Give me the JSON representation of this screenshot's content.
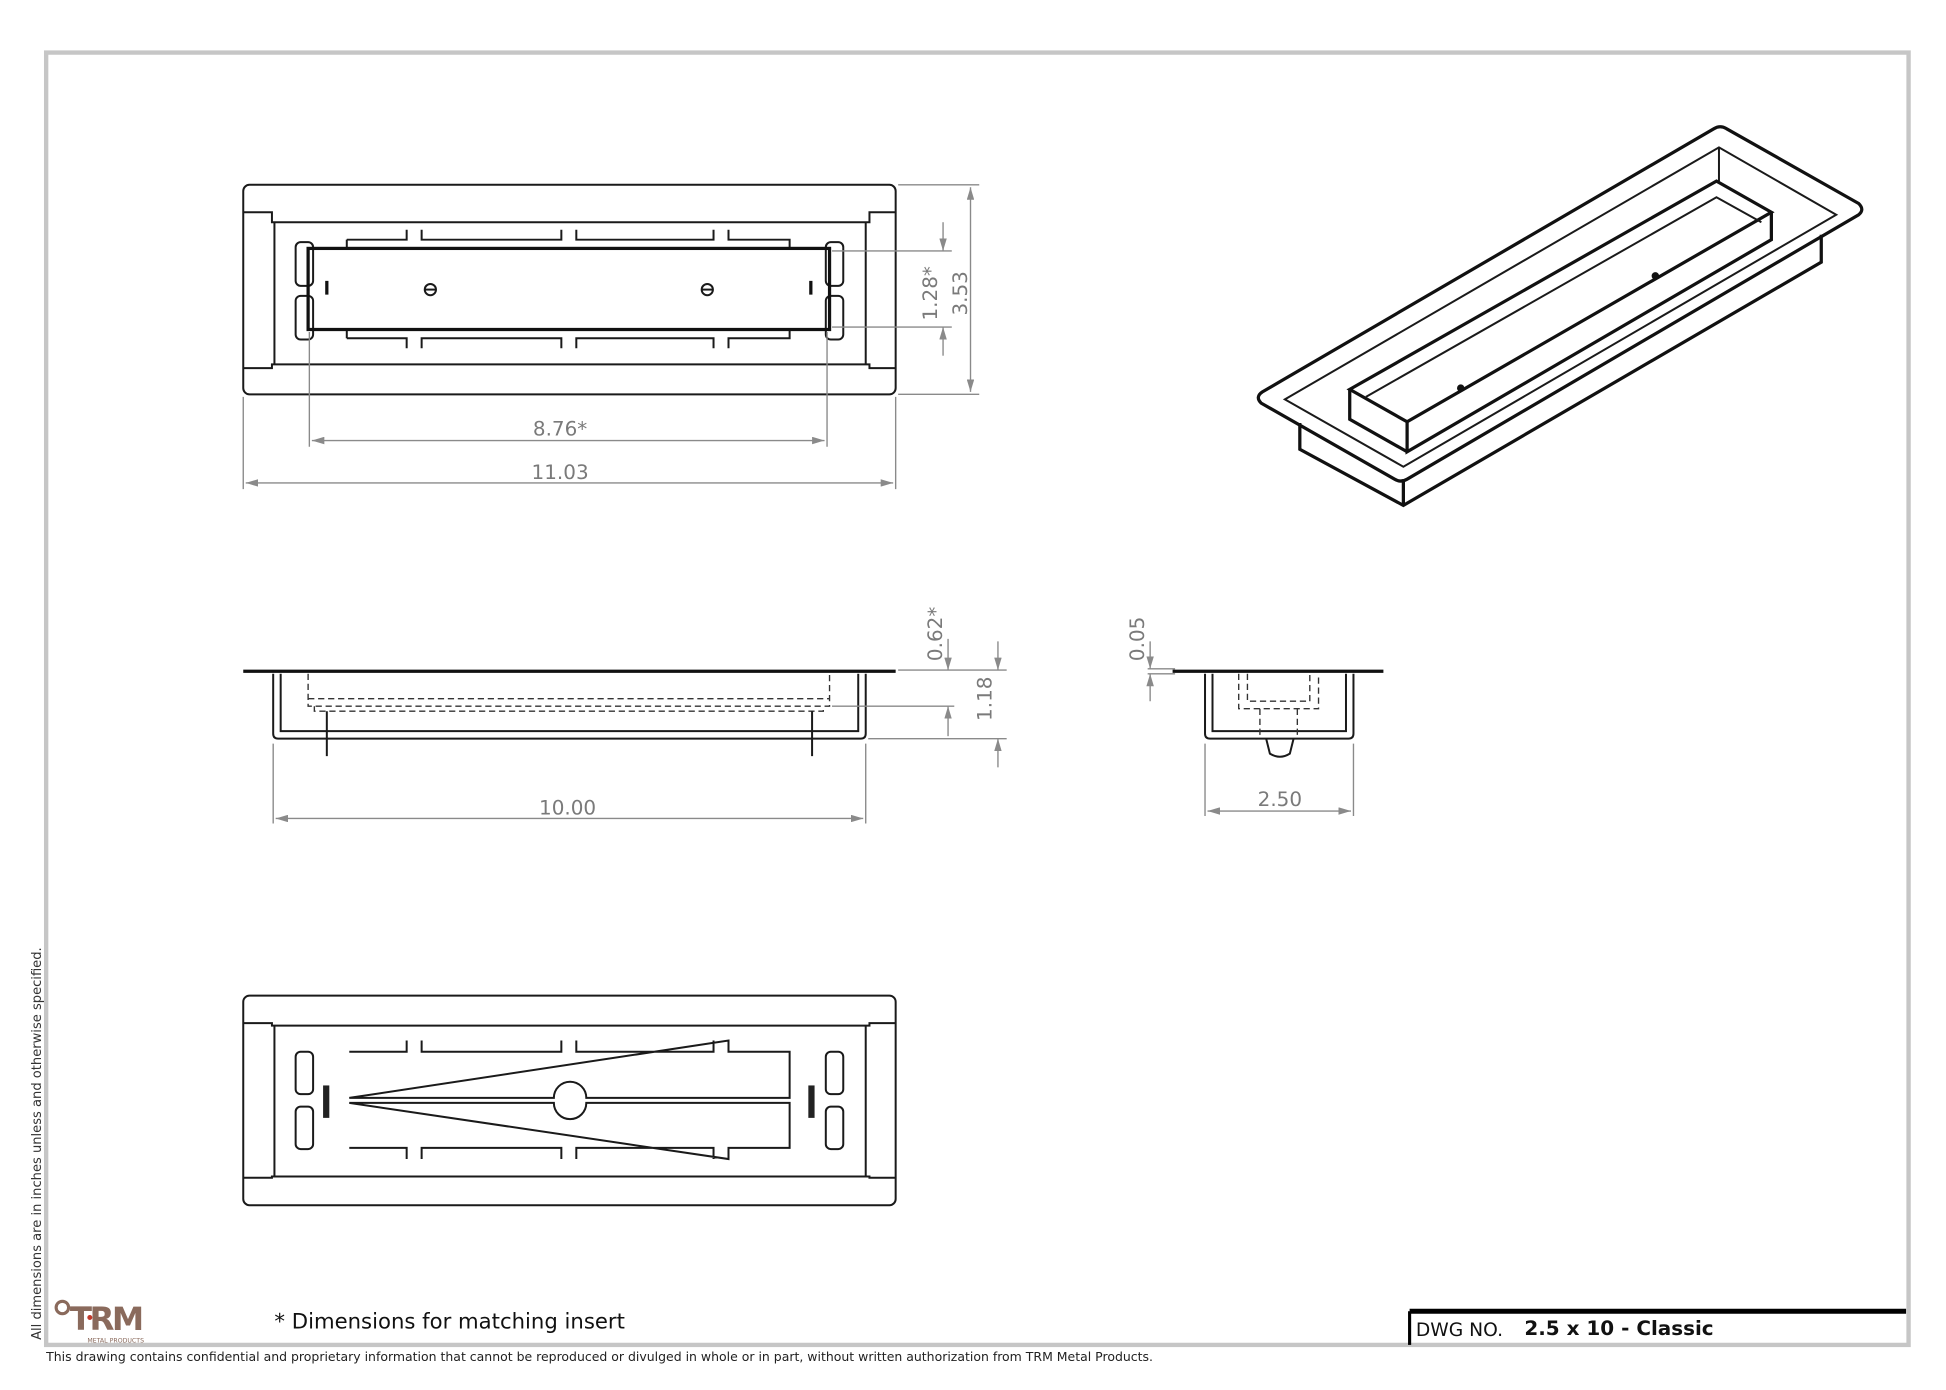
{
  "drawing": {
    "dimensions": {
      "insert_length": "8.76*",
      "overall_length": "11.03",
      "insert_width": "1.28*",
      "overall_width": "3.53",
      "insert_depth": "0.62*",
      "overall_depth": "1.18",
      "body_length": "10.00",
      "flange_thickness": "0.05",
      "body_width": "2.50"
    },
    "note": "* Dimensions for matching insert",
    "side_note": "All dimensions are in inches unless and otherwise specified.",
    "confidentiality": "This drawing contains confidential and proprietary information that cannot be reproduced or divulged in whole or in part, without written authorization from TRM Metal Products.",
    "logo": {
      "text": "TRM",
      "subtext": "METAL PRODUCTS",
      "color": "#8a6a5c",
      "accent": "#c0392b"
    },
    "title_block": {
      "label": "DWG NO.",
      "value": "2.5 x 10 - Classic"
    }
  }
}
